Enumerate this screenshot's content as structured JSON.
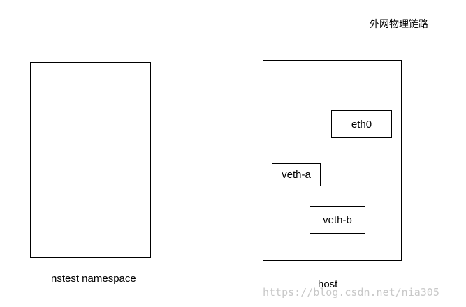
{
  "external_link_label": "外网物理链路",
  "left_box": {
    "label": "nstest namespace"
  },
  "right_box": {
    "label": "host"
  },
  "interfaces": {
    "eth0": "eth0",
    "veth_a": "veth-a",
    "veth_b": "veth-b"
  },
  "watermark": "https://blog.csdn.net/nia305"
}
